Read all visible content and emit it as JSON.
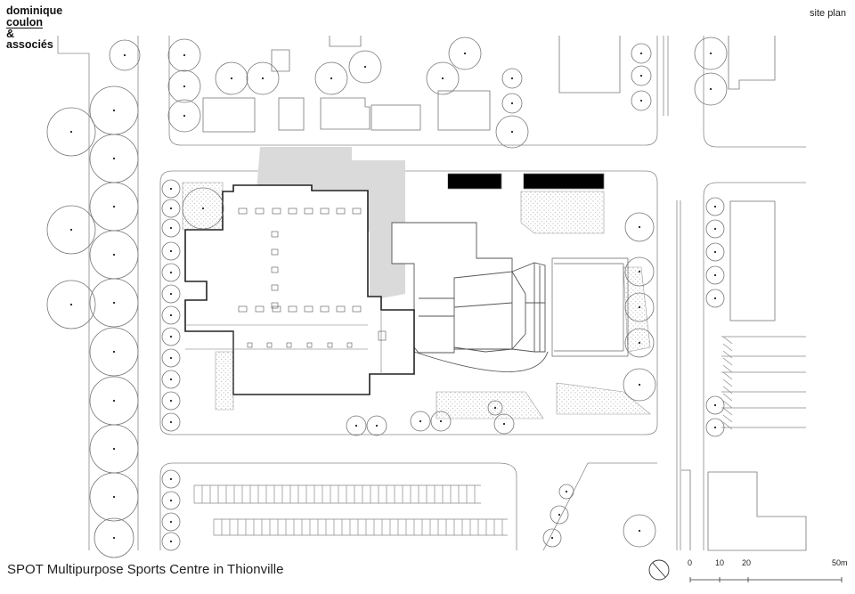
{
  "logo": {
    "line1": "dominique",
    "line2": "coulon",
    "line3": "&",
    "line4": "associés"
  },
  "header": {
    "label": "site plan"
  },
  "caption": "SPOT Multipurpose Sports Centre in Thionville",
  "scale": {
    "labels": [
      "0",
      "10",
      "20",
      "50m"
    ]
  },
  "colors": {
    "line": "#777777",
    "building": "#333333",
    "shadow": "#d9d9d9",
    "fill": "#ffffff"
  }
}
